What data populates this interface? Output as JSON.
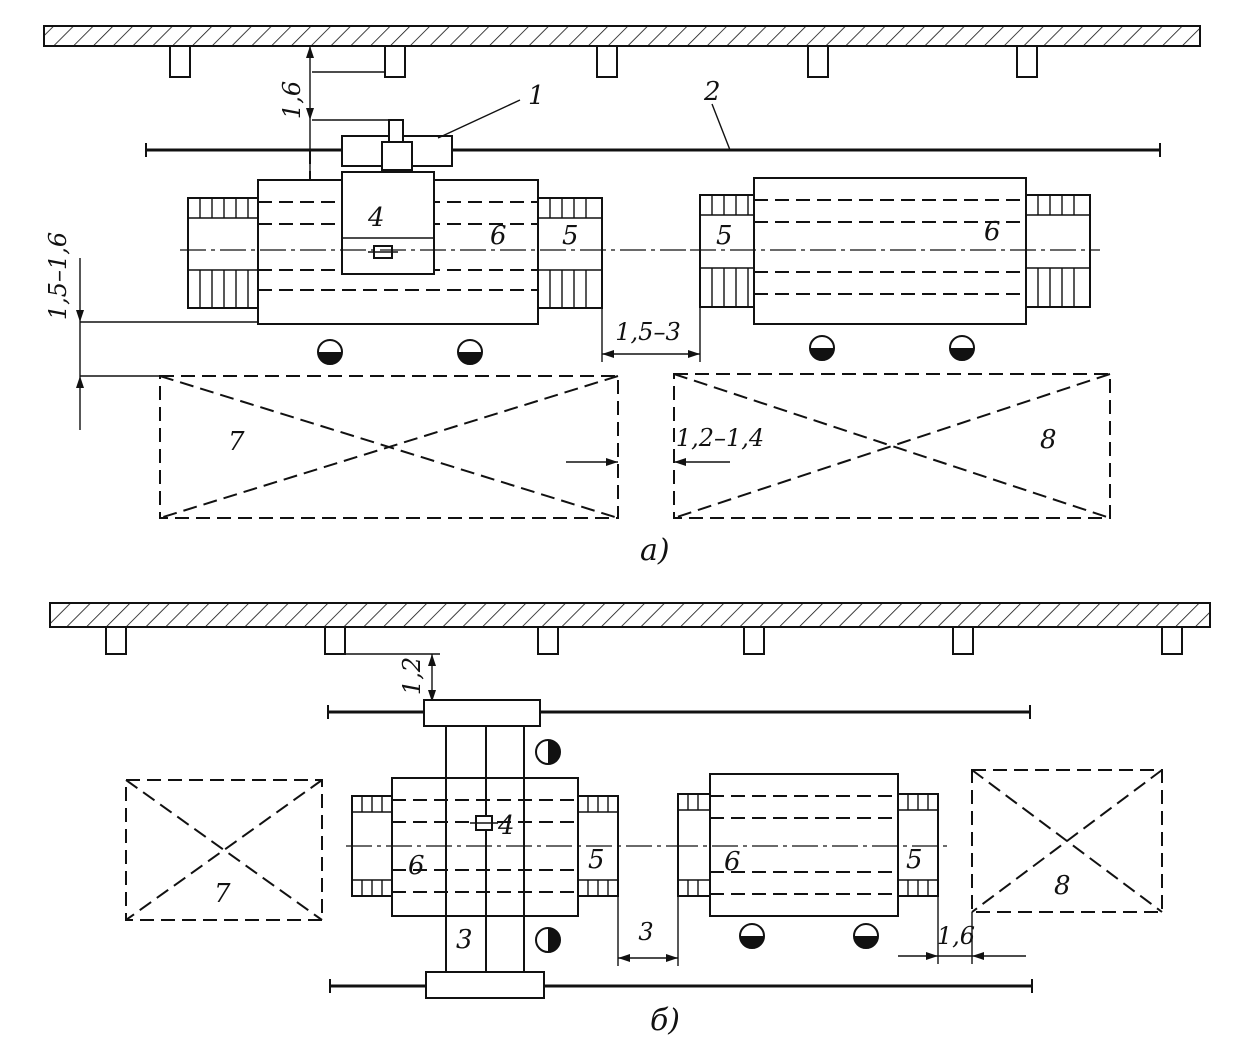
{
  "diagram": {
    "labels": {
      "crane": "1",
      "crane_rail": "2",
      "portal_crane": "3",
      "lathe_carriage": "4",
      "center": "5",
      "rotor": "6",
      "area_left": "7",
      "area_right": "8"
    },
    "dimensions": {
      "a_wall_to_crane": "1,6",
      "a_machine_to_aisle": "1,5–1,6",
      "a_between_machines": "1,5–3",
      "a_between_areas": "1,2–1,4",
      "b_wall_to_rail": "1,2",
      "b_between_machines": "3",
      "b_machine_to_area": "1,6"
    },
    "captions": {
      "a": "а)",
      "b": "б)"
    }
  }
}
